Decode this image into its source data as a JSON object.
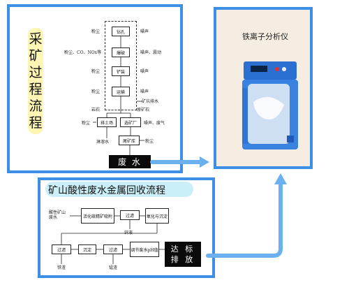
{
  "left_panel": {
    "vertical_title": [
      "采",
      "矿",
      "过",
      "程",
      "流",
      "程"
    ],
    "stages": [
      "钻孔",
      "爆破",
      "铲装",
      "运输"
    ],
    "left_labels": [
      "粉尘",
      "粉尘、CO、NOx等",
      "粉尘",
      "粉尘"
    ],
    "right_labels": [
      "噪声",
      "噪声、震动",
      "噪声",
      "噪声"
    ],
    "mine_drain": "矿坑排水",
    "rock": "岩石",
    "raw_ore": "原矿石",
    "dump_left": "粉尘",
    "dump": "排土场",
    "plant": "选矿厂",
    "plant_out": "噪声、废气",
    "leach": "淋溶水",
    "tailings": "尾矿库",
    "tail_out": "粉尘",
    "waste_water": "废 水"
  },
  "right_panel": {
    "title": "铁离子分析仪"
  },
  "bottom_panel": {
    "title": "矿山酸性废水金属回收流程",
    "input": "酸性矿山废水",
    "step1": "活化硫精矿吸附",
    "step2": "过滤",
    "step3": "氧化与沉淀",
    "byproduct1": "锌液",
    "step4": "过滤",
    "step5": "沉淀",
    "step6": "过滤",
    "step7": "调节废水pH值",
    "out1": "铁渣",
    "out2": "锰渣",
    "discharge": [
      "达 标",
      "排 放"
    ]
  },
  "colors": {
    "panel_border": "#3d8fe6",
    "arrow": "#6bb0f0"
  }
}
